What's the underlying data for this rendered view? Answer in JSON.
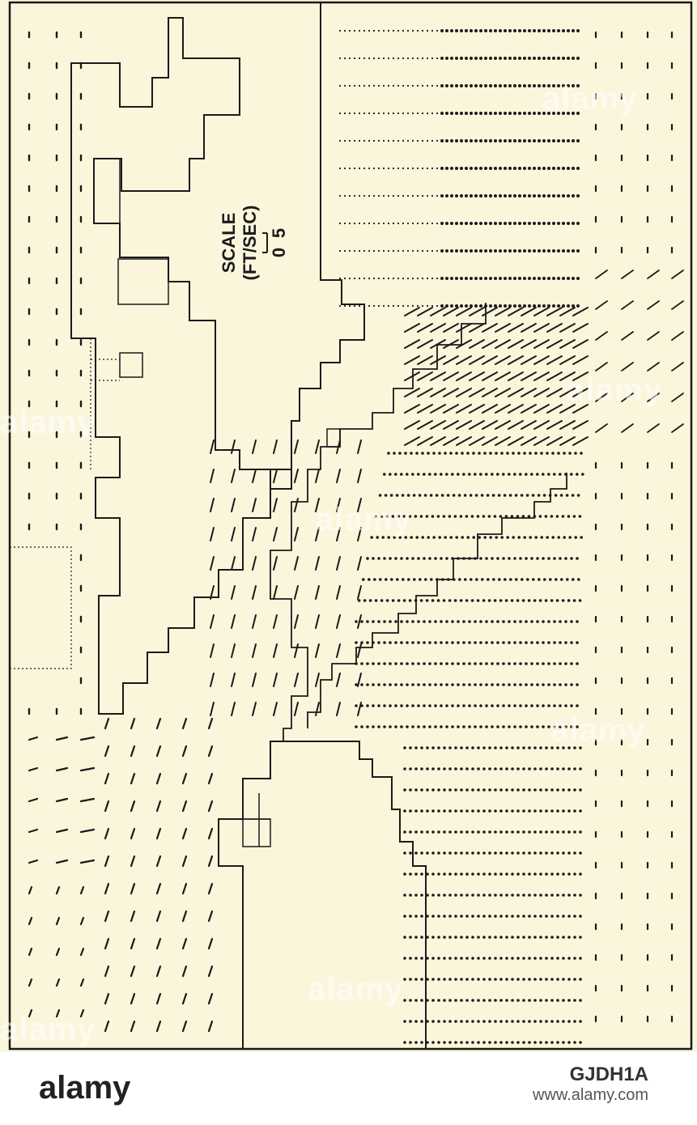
{
  "figure": {
    "scale_label_line1": "SCALE",
    "scale_label_line2": "(FT/SEC)",
    "scale_tick_min": "0",
    "scale_tick_max": "5",
    "scale_units_per_bar": 5,
    "field_note": "Ruler-like velocity vector field around a breakwater/channel geometry"
  },
  "watermark": {
    "text": "alamy",
    "color": "#ffffff"
  },
  "footer": {
    "brand": "alamy",
    "image_id_text": "GJDH1A",
    "site_text": "www.alamy.com"
  },
  "colors": {
    "paper": "#fbf5dc",
    "ink": "#1a1a1a"
  }
}
